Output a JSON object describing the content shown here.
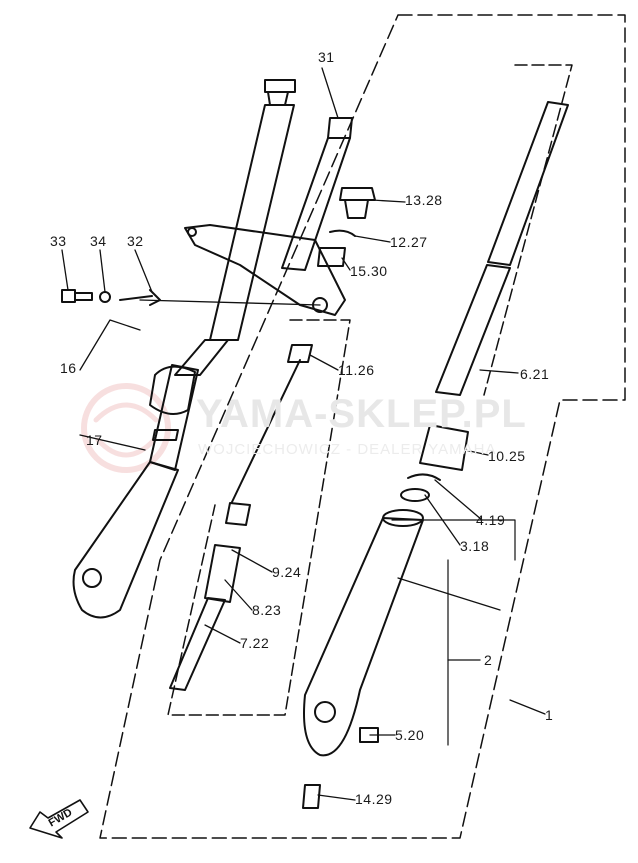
{
  "watermark": {
    "title": "YAMA-SKLEP.PL",
    "subtitle": "WOJCIECHOWICZ - DEALER YAMAHA"
  },
  "arrow_label": "FWD",
  "parts": [
    {
      "id": "p31",
      "text": "31"
    },
    {
      "id": "p1328",
      "text": "13.28"
    },
    {
      "id": "p1227",
      "text": "12.27"
    },
    {
      "id": "p1530",
      "text": "15.30"
    },
    {
      "id": "p33",
      "text": "33"
    },
    {
      "id": "p34",
      "text": "34"
    },
    {
      "id": "p32",
      "text": "32"
    },
    {
      "id": "p16",
      "text": "16"
    },
    {
      "id": "p17",
      "text": "17"
    },
    {
      "id": "p1126",
      "text": "11.26"
    },
    {
      "id": "p621",
      "text": "6.21"
    },
    {
      "id": "p1025",
      "text": "10.25"
    },
    {
      "id": "p419",
      "text": "4.19"
    },
    {
      "id": "p318",
      "text": "3.18"
    },
    {
      "id": "p924",
      "text": "9.24"
    },
    {
      "id": "p823",
      "text": "8.23"
    },
    {
      "id": "p722",
      "text": "7.22"
    },
    {
      "id": "p2",
      "text": "2"
    },
    {
      "id": "p1",
      "text": "1"
    },
    {
      "id": "p520",
      "text": "5.20"
    },
    {
      "id": "p1429",
      "text": "14.29"
    }
  ],
  "colors": {
    "line": "#111111",
    "watermark_logo": "#f2c6c6",
    "watermark_text": "#e7e7e7"
  }
}
